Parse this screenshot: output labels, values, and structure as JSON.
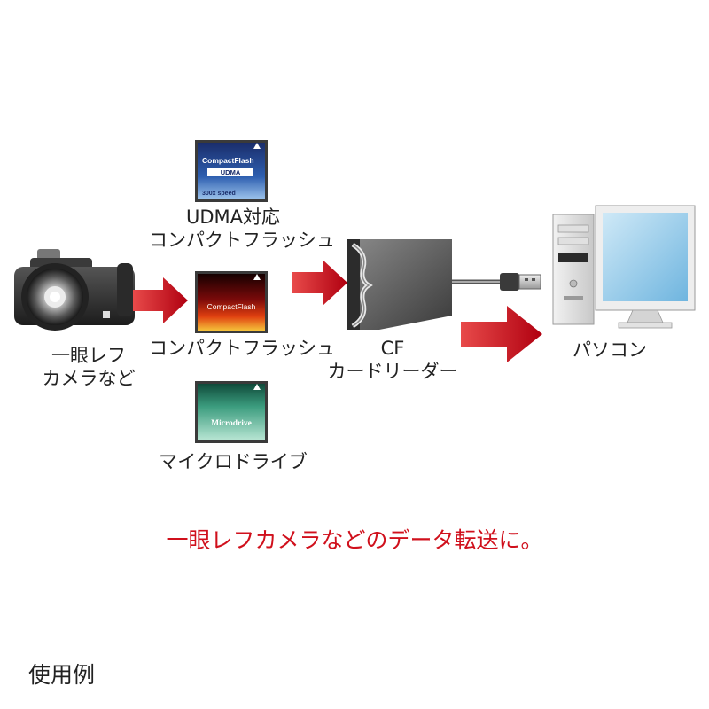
{
  "colors": {
    "arrow_red": "#c8102e",
    "caption_red": "#d0101c",
    "text": "#222222",
    "cf_udma_blue": "#1d3a7a",
    "cf_standard_red": "#b01818",
    "microdrive_green": "#2e8b6e"
  },
  "camera": {
    "icon": "camera-icon",
    "label_line1": "一眼レフ",
    "label_line2": "カメラなど"
  },
  "cards": {
    "udma": {
      "icon": "compactflash-udma-card-icon",
      "card_brand": "CompactFlash",
      "card_badge": "UDMA",
      "card_speed": "300x speed",
      "label_line1": "UDMA対応",
      "label_line2": "コンパクトフラッシュ"
    },
    "standard": {
      "icon": "compactflash-card-icon",
      "card_brand": "CompactFlash",
      "label_line1": "コンパクトフラッシュ"
    },
    "microdrive": {
      "icon": "microdrive-card-icon",
      "card_brand": "Microdrive",
      "label_line1": "マイクロドライブ"
    }
  },
  "reader": {
    "icon": "cf-card-reader-icon",
    "label_line1": "CF",
    "label_line2": "カードリーダー"
  },
  "pc": {
    "icon": "desktop-pc-icon",
    "label_line1": "パソコン"
  },
  "caption": "一眼レフカメラなどのデータ転送に。",
  "footer_label": "使用例"
}
